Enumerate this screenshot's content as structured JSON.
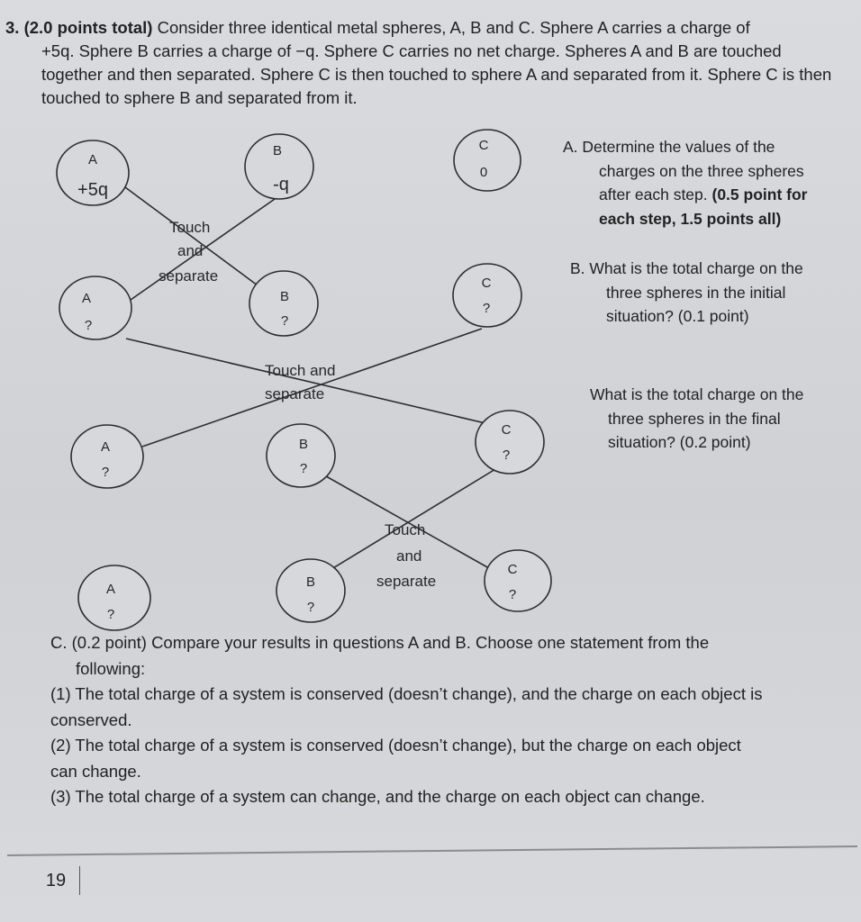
{
  "question": {
    "number": "3.",
    "points_total": "(2.0 points total)",
    "text_line1": " Consider three identical metal spheres, A, B and C. Sphere A carries a charge of",
    "text_rest": "+5q. Sphere B carries a charge of −q. Sphere C carries no net charge. Spheres A and B are touched together and then separated. Sphere C is then touched to sphere A and separated from it. Sphere C is then touched to sphere B and separated from it."
  },
  "diagram": {
    "row1": {
      "a_label": "A",
      "a_value": "+5q",
      "b_label": "B",
      "b_value": "-q",
      "c_label": "C",
      "c_value": "0"
    },
    "step1": {
      "line1": "Touch",
      "line2": "and",
      "line3": "separate"
    },
    "row2": {
      "a_label": "A",
      "a_value": "?",
      "b_label": "B",
      "b_value": "?",
      "c_label": "C",
      "c_value": "?"
    },
    "step2": {
      "line1": "Touch and",
      "line2": "separate"
    },
    "row3": {
      "a_label": "A",
      "a_value": "?",
      "b_label": "B",
      "b_value": "?",
      "c_label": "C",
      "c_value": "?"
    },
    "step3": {
      "line1": "Touch",
      "line2": "and",
      "line3": "separate"
    },
    "row4": {
      "a_label": "A",
      "a_value": "?",
      "b_label": "B",
      "b_value": "?",
      "c_label": "C",
      "c_value": "?"
    }
  },
  "part_a": {
    "label": "A. Determine the values of the",
    "line2": "charges on the three spheres",
    "line3_plain": "after each step. ",
    "line3_bold": "(0.5 point for",
    "line4_bold": "each step, 1.5 points all)"
  },
  "part_b": {
    "line1": "B. What is the total charge on the",
    "line2": "three spheres in the initial",
    "line3": "situation? (0.1 point)"
  },
  "part_b2": {
    "line1": "What is the total charge on the",
    "line2": "three spheres in the final",
    "line3": "situation? (0.2 point)"
  },
  "part_c": {
    "intro_line1": "C. (0.2 point) Compare your results in questions A and B. Choose one statement from the",
    "intro_line2": "following:",
    "opt1_line1": "(1) The total charge of a system is conserved (doesn’t change), and the charge on each object is",
    "opt1_line2": "conserved.",
    "opt2_line1": "(2) The total charge of a system is conserved (doesn’t change), but the charge on each object",
    "opt2_line2": "can change.",
    "opt3": "(3) The total charge of a system can change, and the charge on each object can change."
  },
  "page_number": "19"
}
